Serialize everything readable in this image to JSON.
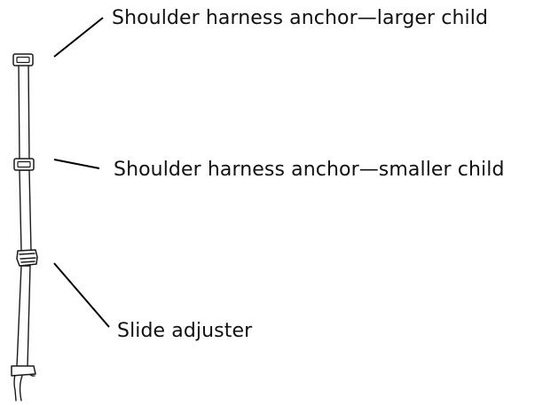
{
  "labels": {
    "shoulder_anchor_larger": "Shoulder harness anchor—larger child",
    "shoulder_anchor_smaller": "Shoulder harness anchor—smaller child",
    "slide_adjuster": "Slide adjuster"
  }
}
